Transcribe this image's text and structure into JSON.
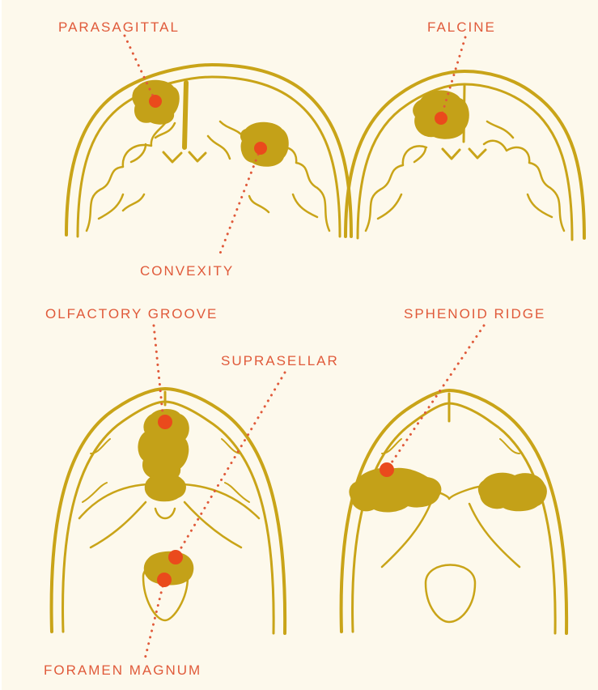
{
  "colors": {
    "background": "#fdf9ec",
    "outline": "#c9a418",
    "tumor": "#c4a118",
    "marker": "#ea4a1c",
    "label": "#e05a3a"
  },
  "labels": {
    "parasagittal": "PARASAGITTAL",
    "falcine": "FALCINE",
    "convexity": "CONVEXITY",
    "olfactory_groove": "OLFACTORY GROOVE",
    "suprasellar": "SUPRASELLAR",
    "sphenoid_ridge": "SPHENOID RIDGE",
    "foramen_magnum": "FORAMEN MAGNUM"
  }
}
